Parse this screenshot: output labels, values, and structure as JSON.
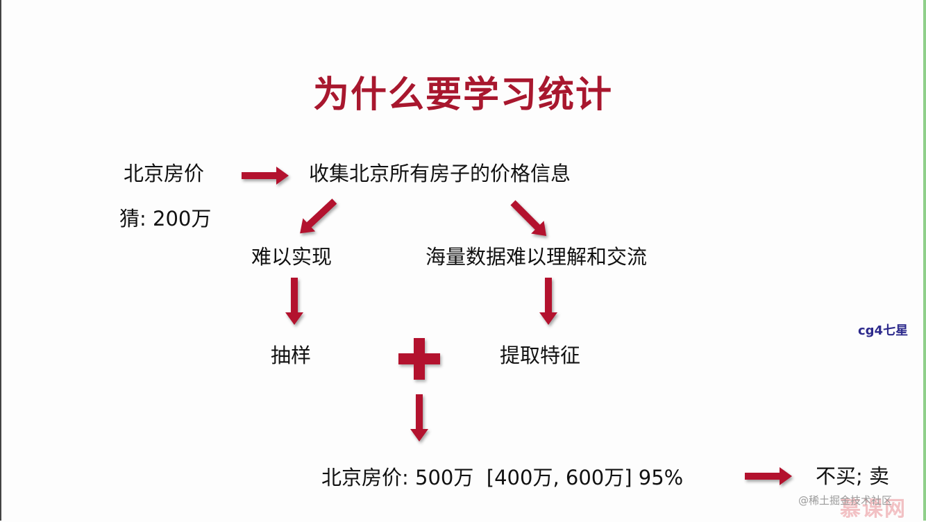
{
  "slide": {
    "title": "为什么要学习统计",
    "start_label": "北京房价",
    "guess": "猜: 200万",
    "collect": "收集北京所有房子的价格信息",
    "hard_to_do": "难以实现",
    "hard_to_understand": "海量数据难以理解和交流",
    "sampling": "抽样",
    "feature_extraction": "提取特征",
    "result": "北京房价: 500万  [400万, 600万] 95%",
    "decision": "不买; 卖"
  },
  "overlay": {
    "brand": "cg4七星",
    "watermark": "@稀土掘金技术社区",
    "watermark_logo": "慕课网"
  },
  "colors": {
    "title": "#a8172e",
    "arrow": "#b3122e",
    "brand": "#2d2a8c"
  }
}
